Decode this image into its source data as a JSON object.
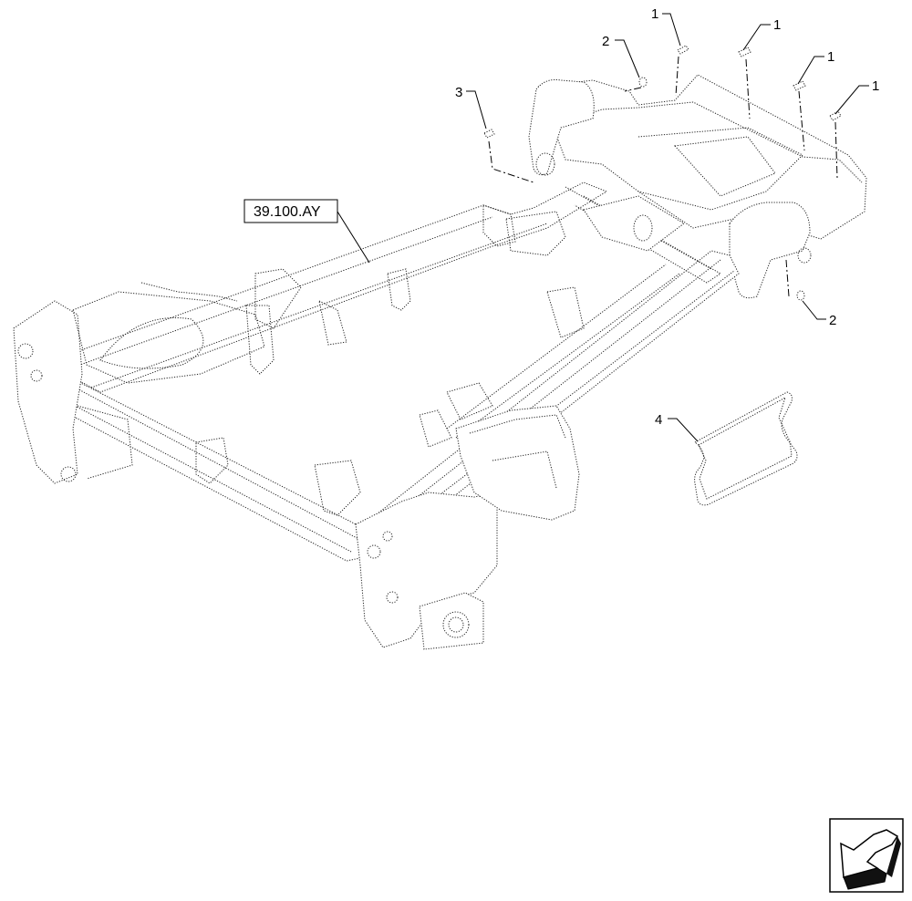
{
  "diagram": {
    "reference_label": "39.100.AY",
    "callouts": [
      {
        "id": "c1a",
        "text": "1"
      },
      {
        "id": "c1b",
        "text": "1"
      },
      {
        "id": "c1c",
        "text": "1"
      },
      {
        "id": "c1d",
        "text": "1"
      },
      {
        "id": "c2a",
        "text": "2"
      },
      {
        "id": "c2b",
        "text": "2"
      },
      {
        "id": "c3",
        "text": "3"
      },
      {
        "id": "c4",
        "text": "4"
      }
    ]
  },
  "icons": {
    "navigation": "previous-arrow-icon"
  }
}
